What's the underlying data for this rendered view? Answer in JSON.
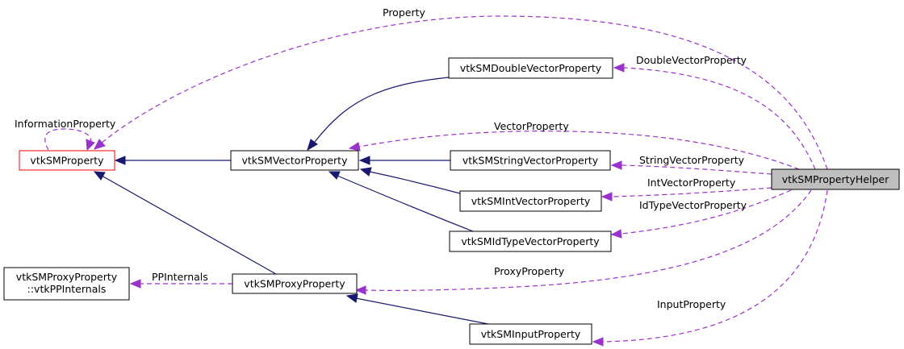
{
  "nodes": {
    "vtkSMProperty": "vtkSMProperty",
    "vtkSMVectorProperty": "vtkSMVectorProperty",
    "vtkSMDoubleVectorProperty": "vtkSMDoubleVectorProperty",
    "vtkSMStringVectorProperty": "vtkSMStringVectorProperty",
    "vtkSMIntVectorProperty": "vtkSMIntVectorProperty",
    "vtkSMIdTypeVectorProperty": "vtkSMIdTypeVectorProperty",
    "vtkSMProxyProperty": "vtkSMProxyProperty",
    "vtkSMInputProperty": "vtkSMInputProperty",
    "vtkSMPropertyHelper": "vtkSMPropertyHelper",
    "vtkPPInternals_line1": "vtkSMProxyProperty",
    "vtkPPInternals_line2": "::vtkPPInternals"
  },
  "edge_labels": {
    "property": "Property",
    "information_property": "InformationProperty",
    "double_vector_property": "DoubleVectorProperty",
    "vector_property": "VectorProperty",
    "string_vector_property": "StringVectorProperty",
    "int_vector_property": "IntVectorProperty",
    "idtype_vector_property": "IdTypeVectorProperty",
    "proxy_property": "ProxyProperty",
    "input_property": "InputProperty",
    "pp_internals": "PPInternals"
  },
  "colors": {
    "inheritance_edge": "#191970",
    "usage_edge": "#9a32cd",
    "highlight_border": "#ff0000",
    "focus_fill": "#bfbfbf"
  }
}
